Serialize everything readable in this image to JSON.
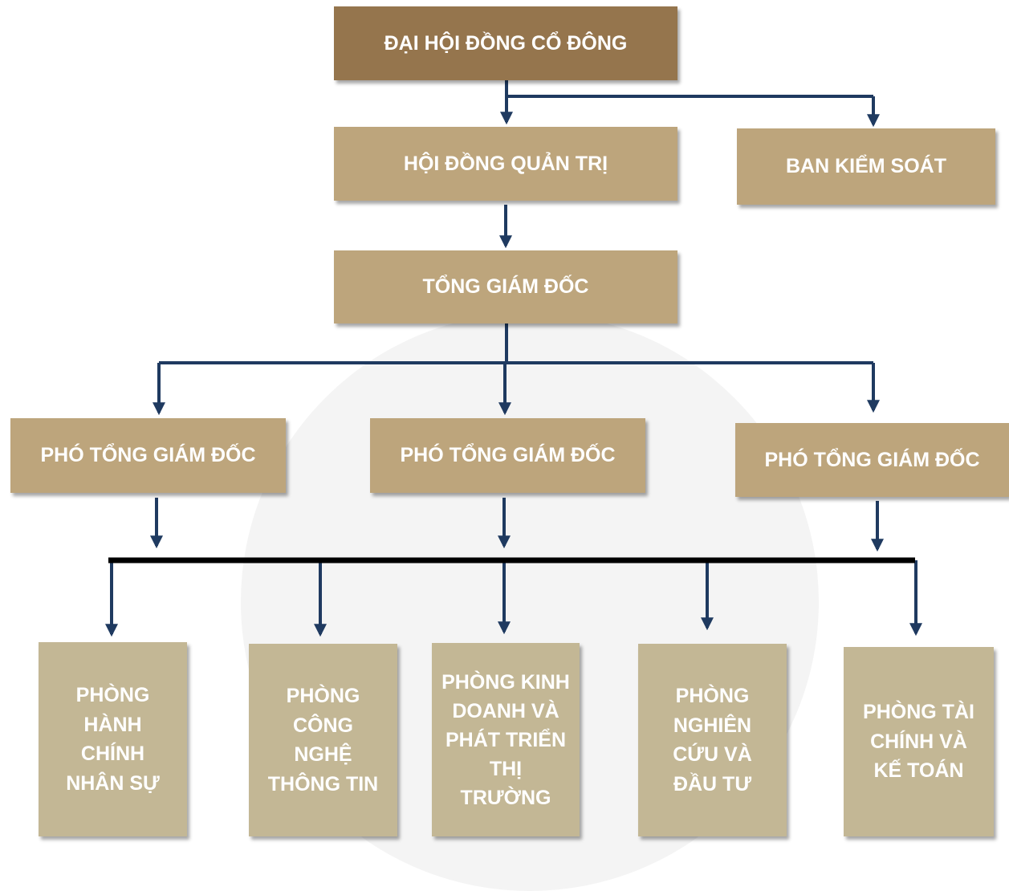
{
  "chart": {
    "top": "ĐẠI HỘI ĐỒNG CỔ ĐÔNG",
    "board": "HỘI ĐỒNG QUẢN TRỊ",
    "supervisory": "BAN KIỂM SOÁT",
    "ceo": "TỔNG GIÁM ĐỐC",
    "deputies": [
      "PHÓ TỔNG GIÁM ĐỐC",
      "PHÓ TỔNG GIÁM ĐỐC",
      "PHÓ TỔNG GIÁM ĐỐC"
    ],
    "departments": [
      "PHÒNG HÀNH CHÍNH NHÂN SỰ",
      "PHÒNG CÔNG NGHỆ THÔNG TIN",
      "PHÒNG KINH DOANH VÀ PHÁT TRIỂN THỊ TRƯỜNG",
      "PHÒNG NGHIÊN CỨU VÀ ĐẦU TƯ",
      "PHÒNG TÀI CHÍNH VÀ KẾ TOÁN"
    ]
  },
  "colors": {
    "top_box": "#95754d",
    "mid_box": "#bda57c",
    "dept_box": "#c3b795",
    "connector": "#1f3a60",
    "bus": "#000000",
    "text": "#ffffff"
  }
}
